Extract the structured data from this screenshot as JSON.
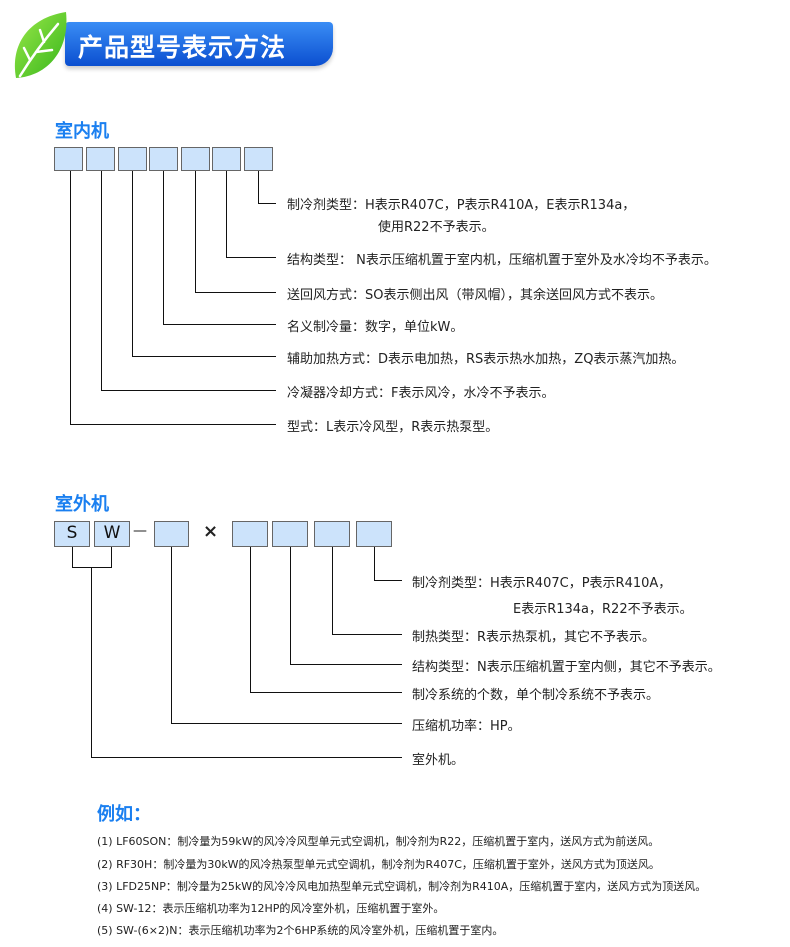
{
  "header": {
    "title": "产品型号表示方法",
    "colors": {
      "banner": "#0b4fd0",
      "leaf": "#5fd02a",
      "section": "#1a7ff0",
      "box": "#cce3fb"
    }
  },
  "indoor": {
    "title": "室内机",
    "labels": [
      "制冷剂类型：H表示R407C，P表示R410A，E表示R134a，",
      "使用R22不予表示。",
      "结构类型： N表示压缩机置于室内机，压缩机置于室外及水冷均不予表示。",
      "送回风方式：SO表示侧出风（带风帽），其余送回风方式不表示。",
      "名义制冷量：数字，单位kW。",
      "辅助加热方式：D表示电加热，RS表示热水加热，ZQ表示蒸汽加热。",
      "冷凝器冷却方式：F表示风冷，水冷不予表示。",
      "型式：L表示冷风型，R表示热泵型。"
    ]
  },
  "outdoor": {
    "title": "室外机",
    "box_s": "S",
    "box_w": "W",
    "dash": "—",
    "times": "×",
    "labels": [
      "制冷剂类型：H表示R407C，P表示R410A，",
      "E表示R134a，R22不予表示。",
      "制热类型：R表示热泵机，其它不予表示。",
      "结构类型：N表示压缩机置于室内侧，其它不予表示。",
      "制冷系统的个数，单个制冷系统不予表示。",
      "压缩机功率：HP。",
      "室外机。"
    ]
  },
  "examples": {
    "title": "例如：",
    "items": [
      "(1) LF60SON：制冷量为59kW的风冷冷风型单元式空调机，制冷剂为R22，压缩机置于室内，送风方式为前送风。",
      "(2) RF30H：制冷量为30kW的风冷热泵型单元式空调机，制冷剂为R407C，压缩机置于室外，送风方式为顶送风。",
      "(3) LFD25NP：制冷量为25kW的风冷冷风电加热型单元式空调机，制冷剂为R410A，压缩机置于室内，送风方式为顶送风。",
      "(4) SW-12：表示压缩机功率为12HP的风冷室外机，压缩机置于室外。",
      "(5) SW-(6×2)N：表示压缩机功率为2个6HP系统的风冷室外机，压缩机置于室内。"
    ]
  }
}
